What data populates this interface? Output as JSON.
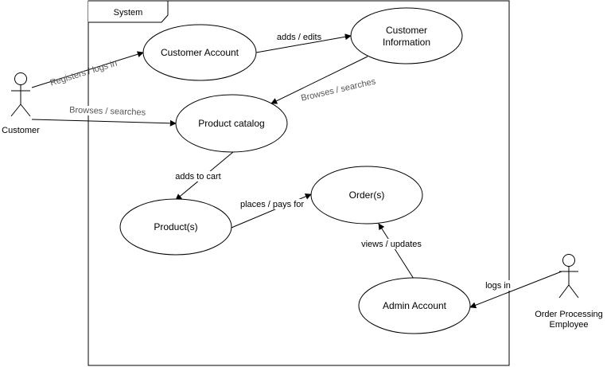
{
  "diagram": {
    "system_label": "System",
    "actors": {
      "customer": "Customer",
      "employee_line1": "Order Processing",
      "employee_line2": "Employee"
    },
    "use_cases": {
      "customer_account": "Customer Account",
      "customer_information_line1": "Customer",
      "customer_information_line2": "Information",
      "product_catalog": "Product catalog",
      "products": "Product(s)",
      "orders": "Order(s)",
      "admin_account": "Admin Account"
    },
    "edges": {
      "registers": "Registers / logs in",
      "browses_customer": "Browses / searches",
      "adds_edits": "adds / edits",
      "browses_info": "Browses / searches",
      "adds_to_cart": "adds to cart",
      "places_pays": "places / pays for",
      "views_updates": "views / updates",
      "logs_in": "logs in"
    }
  }
}
